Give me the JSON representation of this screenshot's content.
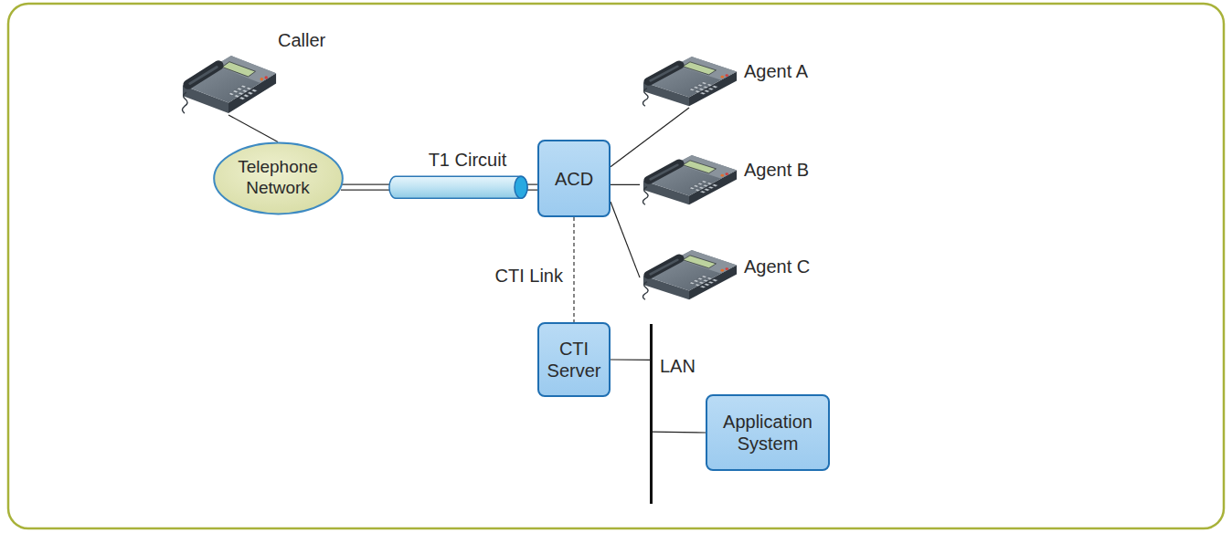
{
  "diagram": {
    "nodes": [
      {
        "text": [
          "Caller"
        ]
      },
      {
        "text": [
          "Agent A"
        ]
      },
      {
        "text": [
          "Telephone Network"
        ]
      },
      {
        "text": [
          "ACD"
        ]
      },
      {
        "text": [
          "Agent B"
        ]
      },
      {
        "text": [
          "Agent C"
        ]
      },
      {
        "text": [
          "CTI Server"
        ]
      },
      {
        "text": [
          "LAN"
        ]
      },
      {
        "text": [
          "Application System"
        ]
      }
    ],
    "edges": [
      {
        "from": 0,
        "to": 2,
        "arrow": "none"
      },
      {
        "from": 2,
        "to": 3,
        "label": "T1 Circuit",
        "arrow": "none"
      },
      {
        "from": 3,
        "to": 1,
        "arrow": "none"
      },
      {
        "from": 3,
        "to": 4,
        "arrow": "none"
      },
      {
        "from": 3,
        "to": 5,
        "arrow": "none"
      },
      {
        "from": 3,
        "to": 6,
        "label": "CTI Link",
        "arrow": "none"
      },
      {
        "from": 6,
        "to": 7,
        "arrow": "none"
      },
      {
        "from": 7,
        "to": 8,
        "arrow": "none"
      }
    ]
  }
}
